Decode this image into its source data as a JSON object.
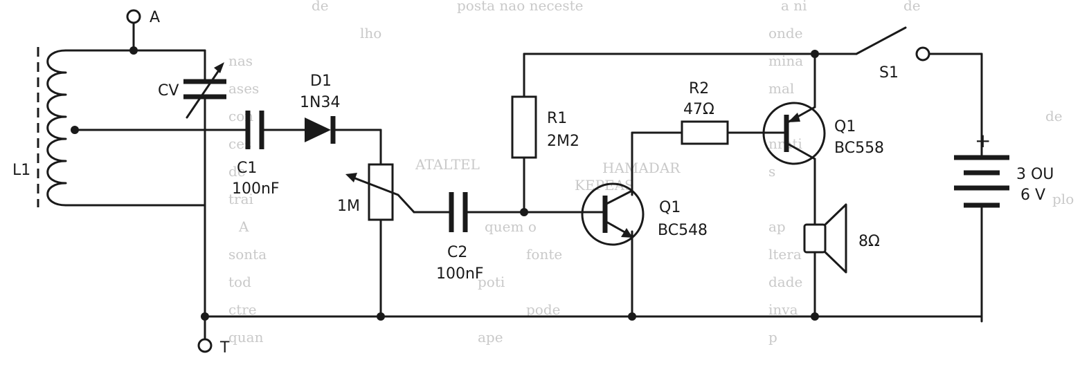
{
  "background_text_left": [
    "de",
    "lho",
    "nas",
    "ases",
    "con",
    "ces",
    "de",
    "trai",
    "A",
    "sonta",
    "tod",
    "ctre",
    "quan"
  ],
  "background_text_right": [
    "de",
    "a ni",
    "onde",
    "mina",
    "mal",
    "de",
    "nrati",
    "s",
    "plo",
    "ap",
    "ltera",
    "dade",
    "inva",
    "p"
  ],
  "background_text_mid": [
    "posta nao neceste",
    "ATALTEL",
    "KEPEAS",
    "HAMADAR",
    "quem o",
    "fonte",
    "poti",
    "pode",
    "ape"
  ],
  "labels": {
    "A": "A",
    "T": "T",
    "L1": "L1",
    "CV": "CV",
    "C1_name": "C1",
    "C1_value": "100nF",
    "D1_name": "D1",
    "D1_value": "1N34",
    "P1_value": "1M",
    "C2_name": "C2",
    "C2_value": "100nF",
    "R1_name": "R1",
    "R1_value": "2M2",
    "R2_name": "R2",
    "R2_value": "47Ω",
    "Q1a_name": "Q1",
    "Q1a_value": "BC548",
    "Q1b_name": "Q1",
    "Q1b_value": "BC558",
    "S1": "S1",
    "plus": "+",
    "battery_line1": "3 OU",
    "battery_line2": "6 V",
    "speaker": "8Ω"
  }
}
